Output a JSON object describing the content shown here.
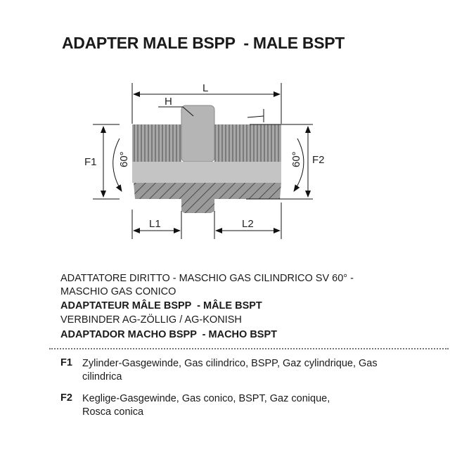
{
  "title": "ADAPTER MALE BSPP  - MALE BSPT",
  "diagram": {
    "L": "L",
    "H": "H",
    "L1": "L1",
    "L2": "L2",
    "F1": "F1",
    "F2": "F2",
    "angle_left": "60°",
    "angle_right": "60°"
  },
  "descriptions": [
    {
      "text": "ADATTATORE DIRITTO - MASCHIO GAS CILINDRICO SV 60° -",
      "bold": false
    },
    {
      "text": "MASCHIO GAS CONICO",
      "bold": false
    },
    {
      "text": "ADAPTATEUR MÂLE BSPP  - MÂLE BSPT",
      "bold": true
    },
    {
      "text": "VERBINDER AG-ZÖLLIG / AG-KONISH",
      "bold": false
    },
    {
      "text": "ADAPTADOR MACHO BSPP  - MACHO BSPT",
      "bold": true
    }
  ],
  "legend": [
    {
      "key": "F1",
      "text": "Zylinder-Gasgewinde, Gas cilindrico, BSPP, Gaz cylindrique, Gas cilindrica"
    },
    {
      "key": "F2",
      "text": "Keglige-Gasgewinde, Gas conico, BSPT, Gaz conique, Rosca conica"
    }
  ]
}
